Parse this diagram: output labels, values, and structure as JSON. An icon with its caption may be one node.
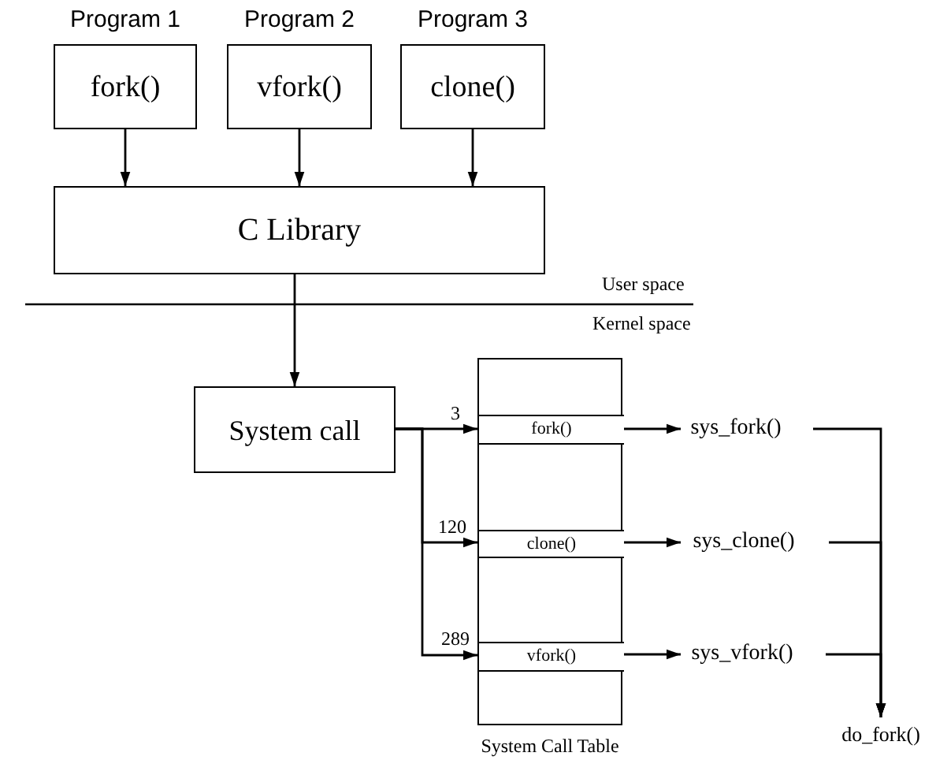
{
  "diagram": {
    "nodes": [
      {
        "text": [
          "Program 1",
          "fork()"
        ]
      },
      {
        "text": [
          "Program 2",
          "vfork()"
        ]
      },
      {
        "text": [
          "Program 3",
          "clone()"
        ]
      },
      {
        "text": [
          "C Library"
        ]
      },
      {
        "text": [
          "System call"
        ]
      },
      {
        "text": [
          "System Call Table"
        ]
      },
      {
        "text": [
          "fork()"
        ],
        "in": 5
      },
      {
        "text": [
          "clone()"
        ],
        "in": 5
      },
      {
        "text": [
          "vfork()"
        ],
        "in": 5
      },
      {
        "text": [
          "sys_fork()"
        ]
      },
      {
        "text": [
          "sys_clone()"
        ]
      },
      {
        "text": [
          "sys_vfork()"
        ]
      },
      {
        "text": [
          "do_fork()"
        ]
      }
    ],
    "edges": [
      {
        "from": 0,
        "to": 3,
        "arrow": "to"
      },
      {
        "from": 1,
        "to": 3,
        "arrow": "to"
      },
      {
        "from": 2,
        "to": 3,
        "arrow": "to"
      },
      {
        "from": 3,
        "to": 4,
        "arrow": "to"
      },
      {
        "from": 4,
        "to": 6,
        "arrow": "to",
        "label": "3"
      },
      {
        "from": 4,
        "to": 7,
        "arrow": "to",
        "label": "120"
      },
      {
        "from": 4,
        "to": 8,
        "arrow": "to",
        "label": "289"
      },
      {
        "from": 6,
        "to": 9,
        "arrow": "to"
      },
      {
        "from": 7,
        "to": 10,
        "arrow": "to"
      },
      {
        "from": 8,
        "to": 11,
        "arrow": "to"
      },
      {
        "from": 9,
        "to": 12,
        "arrow": "to"
      },
      {
        "from": 10,
        "to": 12,
        "arrow": "to"
      },
      {
        "from": 11,
        "to": 12,
        "arrow": "to"
      }
    ],
    "labels": [
      "User space",
      "Kernel space"
    ]
  }
}
